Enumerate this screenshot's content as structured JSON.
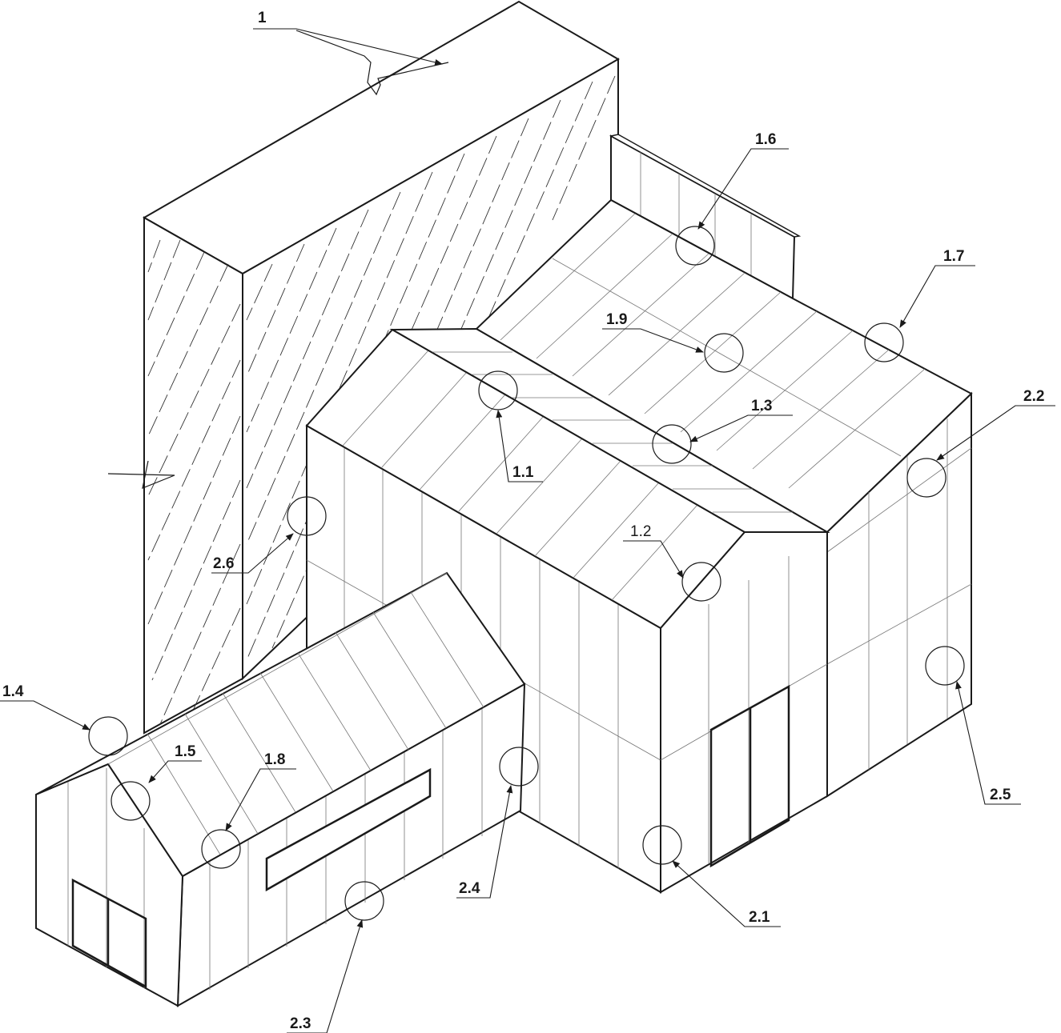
{
  "drawing": {
    "labels": {
      "l1": "1",
      "l1_1": "1.1",
      "l1_2": "1.2",
      "l1_3": "1.3",
      "l1_4": "1.4",
      "l1_5": "1.5",
      "l1_6": "1.6",
      "l1_7": "1.7",
      "l1_8": "1.8",
      "l1_9": "1.9",
      "l2_1": "2.1",
      "l2_2": "2.2",
      "l2_3": "2.3",
      "l2_4": "2.4",
      "l2_5": "2.5",
      "l2_6": "2.6"
    }
  }
}
